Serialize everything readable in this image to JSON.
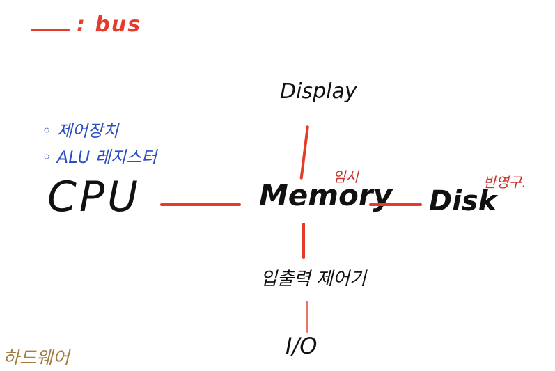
{
  "legend": {
    "label": ": bus",
    "line_color": "#e53b2c"
  },
  "notes": {
    "cpu_line_1": "◦ 제어장치",
    "cpu_line_2": "◦ ALU 레지스터"
  },
  "nodes": {
    "cpu": "CPU",
    "memory": "Memory",
    "memory_note": "임시",
    "display": "Display",
    "disk": "Disk",
    "disk_note": "반영구.",
    "io_controller": "입출력 제어기",
    "io": "I/O"
  },
  "footer": "하드웨어",
  "colors": {
    "bus": "#e53b2c",
    "annotation_red": "#c8322a",
    "note_blue": "#2a4fc0",
    "footer_brown": "#a47d44",
    "text": "#111111"
  }
}
